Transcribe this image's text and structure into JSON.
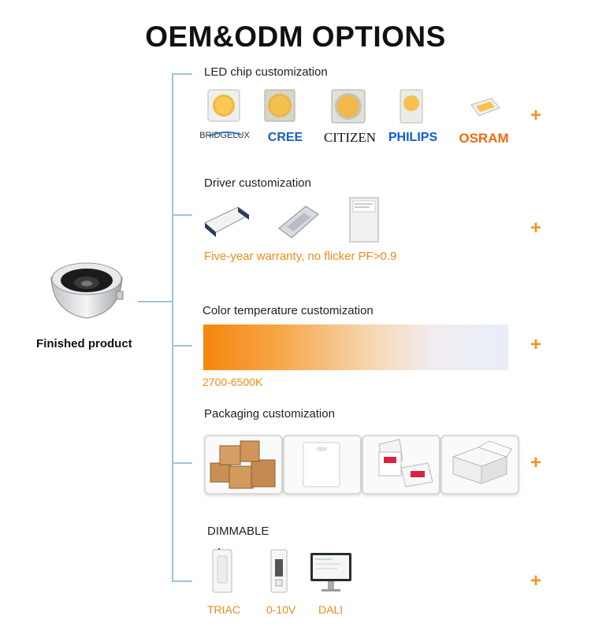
{
  "title": "OEM&ODM OPTIONS",
  "finished_product": {
    "label": "Finished product"
  },
  "sections": {
    "led": {
      "title": "LED chip customization",
      "brands": [
        "BRIDGELUX",
        "CREE",
        "CITIZEN",
        "PHILIPS",
        "OSRAM"
      ]
    },
    "driver": {
      "title": "Driver customization",
      "note": "Five-year warranty, no flicker PF>0.9"
    },
    "color": {
      "title": "Color temperature customization",
      "range": "2700-6500K"
    },
    "packaging": {
      "title": "Packaging customization"
    },
    "dimmable": {
      "title": "DIMMABLE",
      "options": [
        "TRIAC",
        "0-10V",
        "DALI"
      ]
    }
  },
  "plus_symbol": "+",
  "colors": {
    "accent": "#f5931e",
    "connector": "#9fc3d6",
    "cree_blue": "#1a5fb4",
    "philips_blue": "#0b5ed7",
    "osram_orange": "#f06a12"
  }
}
